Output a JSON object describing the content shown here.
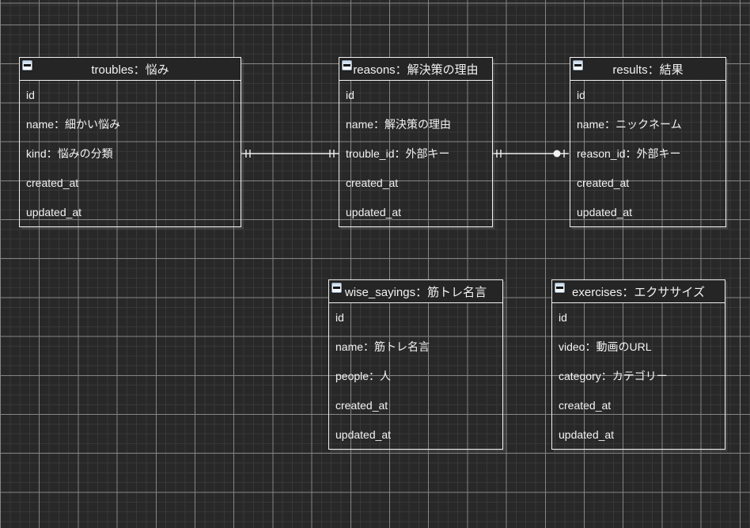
{
  "canvas": {
    "background_color": "#282828",
    "grid_minor_color": "#383838",
    "grid_major_color": "#858585",
    "entity_border_color": "#f2f2f2",
    "entity_header_fill": "#252525",
    "text_color": "#f2f2f2",
    "connector_color": "#f0f0f0"
  },
  "icons": {
    "table_header": "collapse-minus-icon"
  },
  "tables": [
    {
      "name": "troubles",
      "title": "troubles：悩み",
      "fields": [
        "id",
        "name：細かい悩み",
        "kind：悩みの分類",
        "created_at",
        "updated_at"
      ]
    },
    {
      "name": "reasons",
      "title": "reasons：解決策の理由",
      "fields": [
        "id",
        "name：解決策の理由",
        "trouble_id：外部キー",
        "created_at",
        "updated_at"
      ]
    },
    {
      "name": "results",
      "title": "results：結果",
      "fields": [
        "id",
        "name：ニックネーム",
        "reason_id：外部キー",
        "created_at",
        "updated_at"
      ]
    },
    {
      "name": "wise_sayings",
      "title": "wise_sayings：筋トレ名言",
      "fields": [
        "id",
        "name：筋トレ名言",
        "people：人",
        "created_at",
        "updated_at"
      ]
    },
    {
      "name": "exercises",
      "title": "exercises：エクササイズ",
      "fields": [
        "id",
        "video：動画のURL",
        "category：カテゴリー",
        "created_at",
        "updated_at"
      ]
    }
  ],
  "relationships": [
    {
      "from_table": "troubles",
      "from_field": "kind：悩みの分類",
      "to_table": "reasons",
      "to_field": "trouble_id：外部キー",
      "from_cardinality": "one-and-only-one",
      "to_cardinality": "one-and-only-one"
    },
    {
      "from_table": "reasons",
      "from_field": "trouble_id：外部キー",
      "to_table": "results",
      "to_field": "reason_id：外部キー",
      "from_cardinality": "one-and-only-one",
      "to_cardinality": "zero-or-one"
    }
  ]
}
